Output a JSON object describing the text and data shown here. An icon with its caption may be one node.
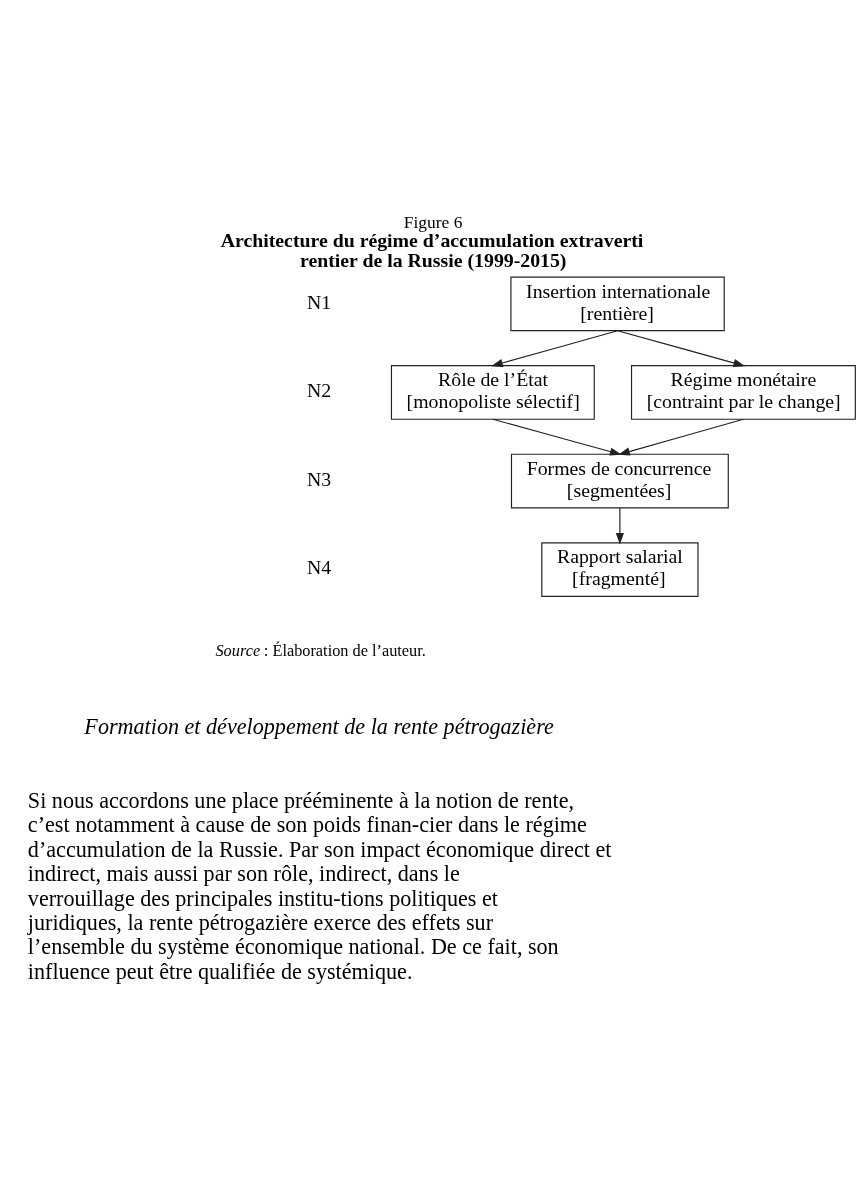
{
  "diagram": {
    "title": "Architecture du régime d’accumulation extraverti rentier de la Russie (1999-2015)",
    "caption": "*Source* : Élaboration de l’auteur.",
    "nodes": [
      {
        "text": [
          "Insertion internationale",
          "[rentière]"
        ]
      },
      {
        "text": [
          "Rôle de l’État",
          "[monopoliste sélectif]"
        ]
      },
      {
        "text": [
          "Régime monétaire",
          "[contraint par le change]"
        ]
      },
      {
        "text": [
          "Formes de concurrence",
          "[segmentées]"
        ]
      },
      {
        "text": [
          "Rapport salarial",
          "[fragmenté]"
        ]
      }
    ],
    "edges": [
      {
        "from": 0,
        "to": 1,
        "arrow": "to"
      },
      {
        "from": 0,
        "to": 2,
        "arrow": "to"
      },
      {
        "from": 1,
        "to": 3,
        "arrow": "to"
      },
      {
        "from": 2,
        "to": 3,
        "arrow": "to"
      },
      {
        "from": 3,
        "to": 4,
        "arrow": "to"
      }
    ],
    "labels": [
      "Figure 6",
      "N1",
      "N2",
      "N3",
      "N4",
      "Formation et développement de la rente pétrogazière",
      "Si nous accordons une place prééminente à la notion de rente, c’est notamment à cause de son poids finan-cier dans le régime d’accumulation de la Russie. Par son impact économique direct et indirect, mais aussi par son rôle, indirect, dans le verrouillage des principales institu-tions politiques et juridiques, la rente pétrogazière exerce des effets sur l’ensemble du système économique national. De ce fait, son influence peut être qualifiée de systémique."
    ]
  }
}
